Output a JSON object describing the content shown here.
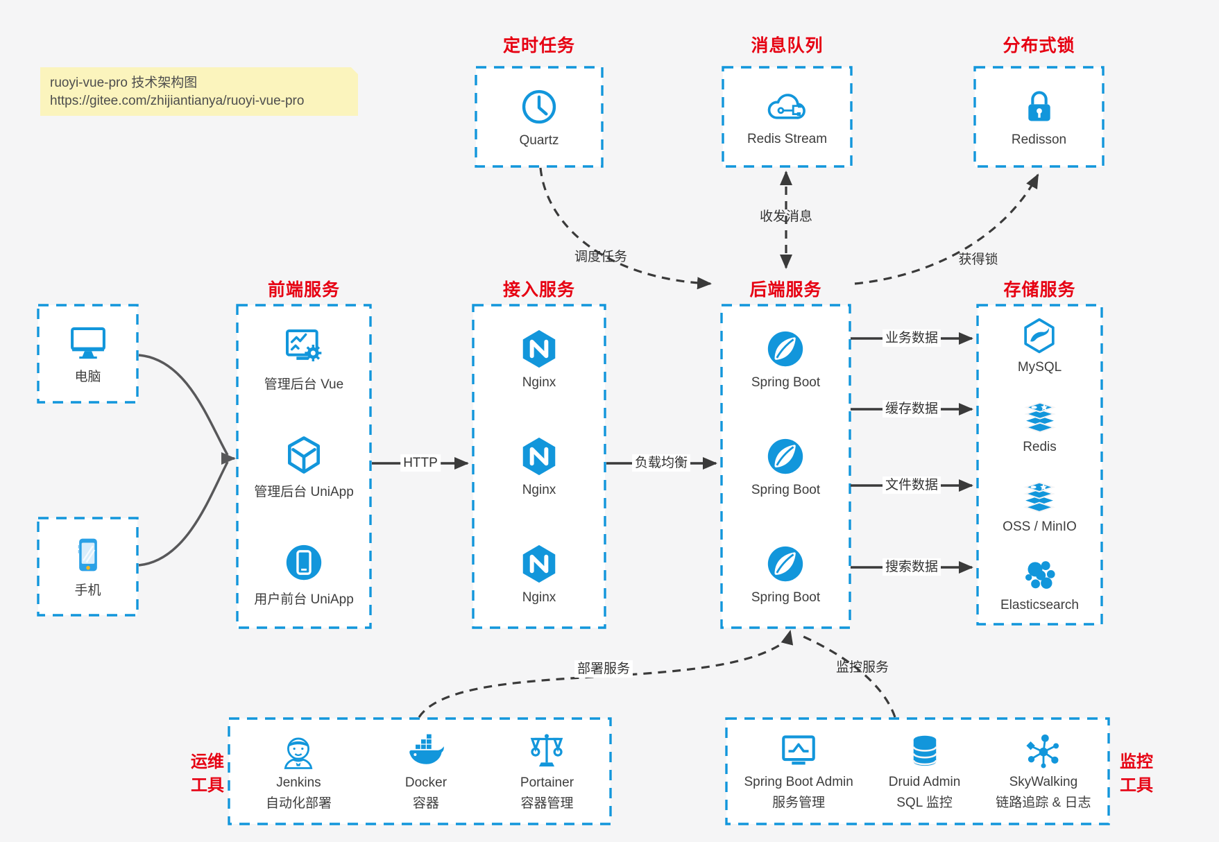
{
  "colors": {
    "accent": "#1296db",
    "heading": "#e60012",
    "arrow": "#3a3a3a",
    "note_bg": "#fbf4bd"
  },
  "note": {
    "line1": "ruoyi-vue-pro 技术架构图",
    "line2": "https://gitee.com/zhijiantianya/ruoyi-vue-pro"
  },
  "scheduler": {
    "title": "定时任务",
    "item": {
      "label": "Quartz"
    }
  },
  "mq": {
    "title": "消息队列",
    "item": {
      "label": "Redis Stream"
    }
  },
  "lock": {
    "title": "分布式锁",
    "item": {
      "label": "Redisson"
    }
  },
  "clients": {
    "pc": {
      "label": "电脑"
    },
    "phone": {
      "label": "手机"
    }
  },
  "frontend": {
    "title": "前端服务",
    "items": [
      {
        "label": "管理后台 Vue"
      },
      {
        "label": "管理后台 UniApp"
      },
      {
        "label": "用户前台 UniApp"
      }
    ]
  },
  "gateway": {
    "title": "接入服务",
    "items": [
      {
        "label": "Nginx"
      },
      {
        "label": "Nginx"
      },
      {
        "label": "Nginx"
      }
    ]
  },
  "backend": {
    "title": "后端服务",
    "items": [
      {
        "label": "Spring Boot"
      },
      {
        "label": "Spring Boot"
      },
      {
        "label": "Spring Boot"
      }
    ]
  },
  "storage": {
    "title": "存储服务",
    "items": [
      {
        "label": "MySQL"
      },
      {
        "label": "Redis"
      },
      {
        "label": "OSS / MinIO"
      },
      {
        "label": "Elasticsearch"
      }
    ]
  },
  "ops": {
    "title_line1": "运维",
    "title_line2": "工具",
    "items": [
      {
        "name": "Jenkins",
        "desc": "自动化部署"
      },
      {
        "name": "Docker",
        "desc": "容器"
      },
      {
        "name": "Portainer",
        "desc": "容器管理"
      }
    ]
  },
  "monitoring": {
    "title_line1": "监控",
    "title_line2": "工具",
    "items": [
      {
        "name": "Spring Boot Admin",
        "desc": "服务管理"
      },
      {
        "name": "Druid Admin",
        "desc": "SQL 监控"
      },
      {
        "name": "SkyWalking",
        "desc": "链路追踪 & 日志"
      }
    ]
  },
  "edges": {
    "http": "HTTP",
    "load_balance": "负载均衡",
    "schedule": "调度任务",
    "messaging": "收发消息",
    "acquire_lock": "获得锁",
    "business_data": "业务数据",
    "cache_data": "缓存数据",
    "file_data": "文件数据",
    "search_data": "搜索数据",
    "deploy": "部署服务",
    "monitor": "监控服务"
  }
}
